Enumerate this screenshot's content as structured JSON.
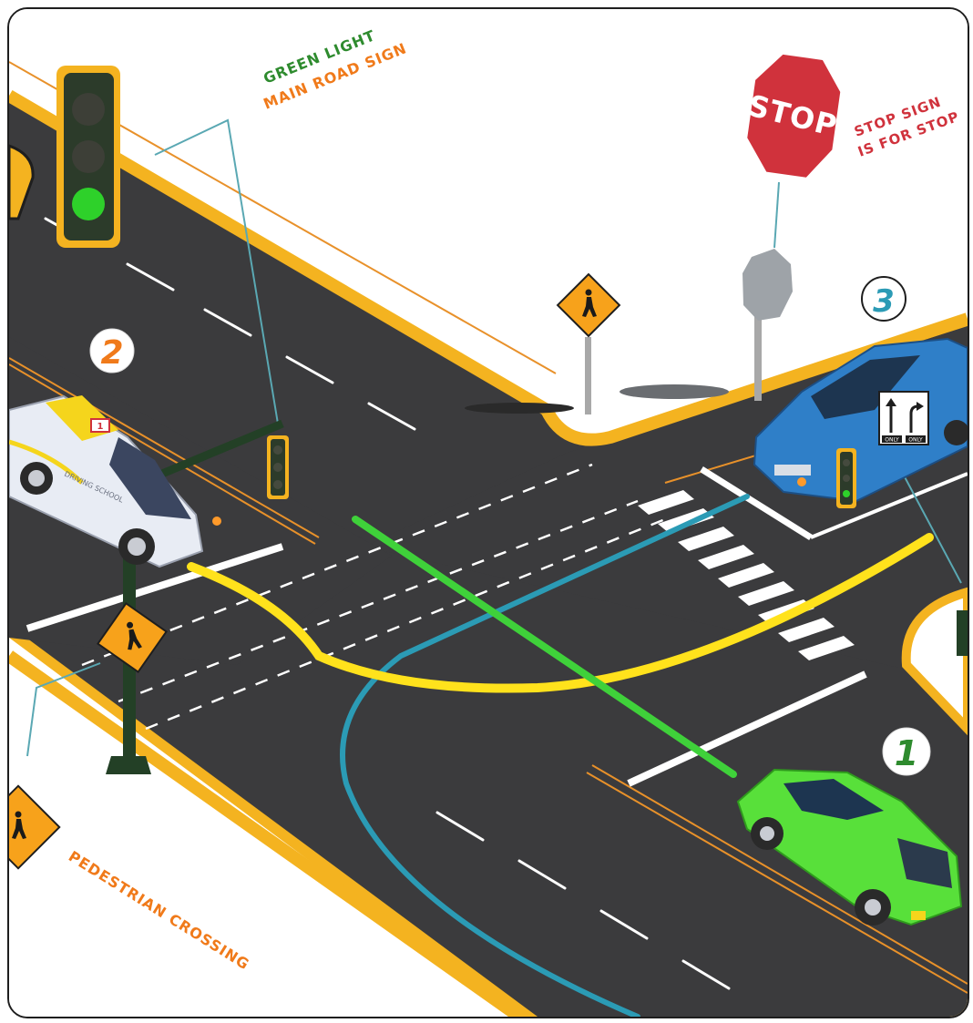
{
  "labels": {
    "green_light": "GREEN LIGHT",
    "main_road_sign": "MAIN ROAD SIGN",
    "stop_sign_line1": "STOP SIGN",
    "stop_sign_line2": "IS FOR STOP",
    "pedestrian_crossing": "PEDESTRIAN CROSSING"
  },
  "stop_sign_text": "STOP",
  "car_markers": [
    "1",
    "2",
    "3"
  ],
  "taxi_roof_sign": "1",
  "taxi_door_text": "DRIVING SCHOOL",
  "lane_sign": {
    "left": "ONLY",
    "right": "ONLY"
  },
  "colors": {
    "road": "#3b3b3d",
    "curb": "#f4b320",
    "green_label": "#2e8b2e",
    "orange_label": "#f07a1a",
    "red_label": "#d0323c",
    "path_green": "#3fd13a",
    "path_yellow": "#ffe21c",
    "path_blue": "#2b9bb5",
    "car_1": "#58e03a",
    "car_2": "#e8ecf4",
    "car_3": "#2f7fc8",
    "pedestrian_sign": "#f7a21b"
  }
}
